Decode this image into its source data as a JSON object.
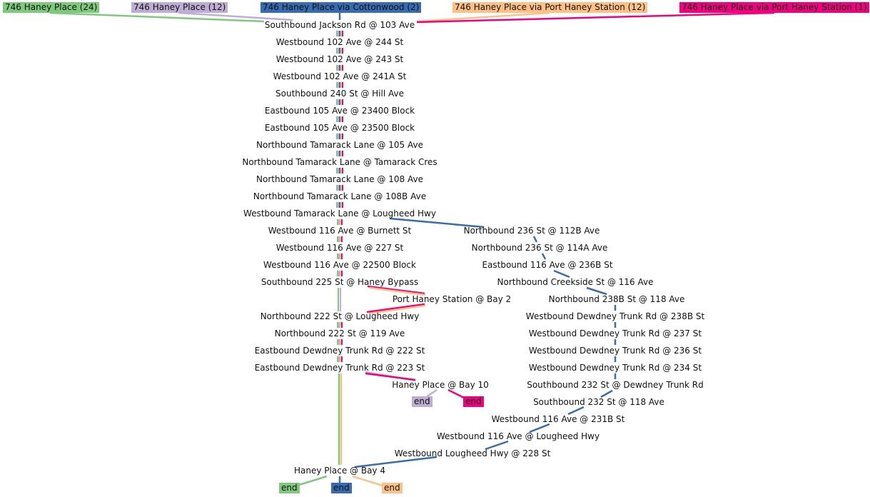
{
  "routes": [
    {
      "name": "746 Haney Place (24)",
      "color": "#7fc97f"
    },
    {
      "name": "746 Haney Place (12)",
      "color": "#beaed4"
    },
    {
      "name": "746 Haney Place via Cottonwood (2)",
      "color": "#386cb0"
    },
    {
      "name": "746 Haney Place via Port Haney Station (12)",
      "color": "#fdc086"
    },
    {
      "name": "746 Haney Place via Port Haney Station (1)",
      "color": "#f0027f"
    }
  ],
  "stops": {
    "s_jackson": "Southbound Jackson Rd @ 103 Ave",
    "s_102_244": "Westbound 102 Ave @ 244 St",
    "s_102_243": "Westbound 102 Ave @ 243 St",
    "s_102_241a": "Westbound 102 Ave @ 241A St",
    "s_240_hill": "Southbound 240 St @ Hill Ave",
    "s_105_23400": "Eastbound 105 Ave @ 23400 Block",
    "s_105_23500": "Eastbound 105 Ave @ 23500 Block",
    "s_tam_105": "Northbound Tamarack Lane @ 105 Ave",
    "s_tam_cres": "Northbound Tamarack Lane @ Tamarack Cres",
    "s_tam_108": "Northbound Tamarack Lane @ 108 Ave",
    "s_tam_108b": "Northbound Tamarack Lane @ 108B Ave",
    "s_tam_lougheed": "Westbound Tamarack Lane @ Lougheed Hwy",
    "s_116_burnett": "Westbound 116 Ave @ Burnett St",
    "s_116_227": "Westbound 116 Ave @ 227 St",
    "s_116_22500": "Westbound 116 Ave @ 22500 Block",
    "s_225_bypass": "Southbound 225 St @ Haney Bypass",
    "s_port_haney": "Port Haney Station @ Bay 2",
    "s_222_lougheed": "Northbound 222 St @ Lougheed Hwy",
    "s_222_119": "Northbound 222 St @ 119 Ave",
    "s_dew_222": "Eastbound Dewdney Trunk Rd @ 222 St",
    "s_dew_223": "Eastbound Dewdney Trunk Rd @ 223 St",
    "s_bay10": "Haney Place @ Bay 10",
    "s_bay4": "Haney Place @ Bay 4",
    "s_236_112b": "Northbound 236 St @ 112B Ave",
    "s_236_114a": "Northbound 236 St @ 114A Ave",
    "s_116_236b": "Eastbound 116 Ave @ 236B St",
    "s_creekside": "Northbound Creekside St @ 116 Ave",
    "s_238b_118": "Northbound 238B St @ 118 Ave",
    "s_wd_238b": "Westbound Dewdney Trunk Rd @ 238B St",
    "s_wd_237": "Westbound Dewdney Trunk Rd @ 237 St",
    "s_wd_236": "Westbound Dewdney Trunk Rd @ 236 St",
    "s_wd_234": "Westbound Dewdney Trunk Rd @ 234 St",
    "s_232_dew": "Southbound 232 St @ Dewdney Trunk Rd",
    "s_232_118": "Southbound 232 St @ 118 Ave",
    "s_116_231b": "Westbound 116 Ave @ 231B St",
    "s_116_lougheed": "Westbound 116 Ave @ Lougheed Hwy",
    "s_lh_228": "Westbound Lougheed Hwy @ 228 St"
  },
  "end_label": "end"
}
